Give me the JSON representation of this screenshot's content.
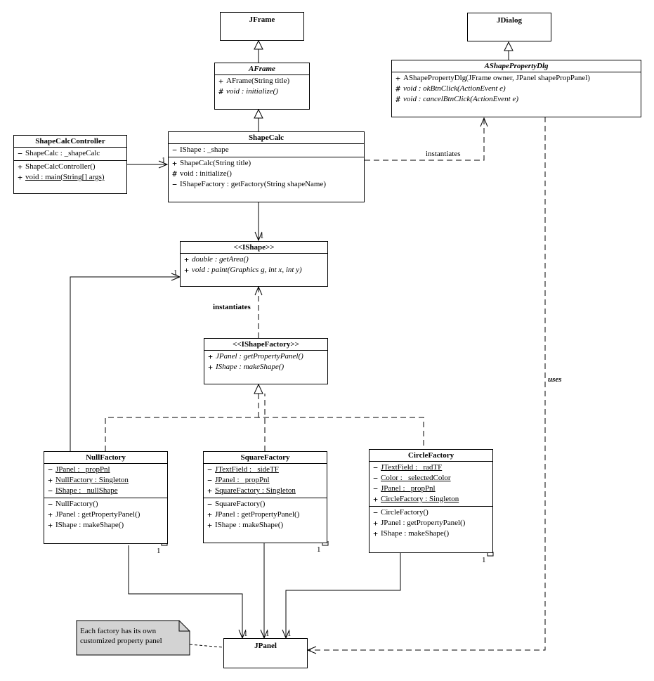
{
  "classes": {
    "jframe": {
      "name": "JFrame"
    },
    "jdialog": {
      "name": "JDialog"
    },
    "aframe": {
      "name": "AFrame",
      "members": [
        {
          "vis": "+",
          "text": "AFrame(String title)"
        },
        {
          "vis": "#",
          "text": "void : initialize()"
        }
      ]
    },
    "ashape_dlg": {
      "name": "AShapePropertyDlg",
      "members": [
        {
          "vis": "+",
          "text": "AShapePropertyDlg(JFrame owner, JPanel shapePropPanel)"
        },
        {
          "vis": "#",
          "text": "void : okBtnClick(ActionEvent e)"
        },
        {
          "vis": "#",
          "text": "void : cancelBtnClick(ActionEvent e)"
        }
      ]
    },
    "controller": {
      "name": "ShapeCalcController",
      "attributes": [
        {
          "vis": "−",
          "text": "ShapeCalc : _shapeCalc"
        }
      ],
      "methods": [
        {
          "vis": "+",
          "text": "ShapeCalcController()"
        },
        {
          "vis": "+",
          "text": "void : main(String[] args)"
        }
      ]
    },
    "shapecalc": {
      "name": "ShapeCalc",
      "attributes": [
        {
          "vis": "−",
          "text": "IShape : _shape"
        }
      ],
      "methods": [
        {
          "vis": "+",
          "text": "ShapeCalc(String title)"
        },
        {
          "vis": "#",
          "text": "void : initialize()"
        },
        {
          "vis": "−",
          "text": "IShapeFactory : getFactory(String shapeName)"
        }
      ]
    },
    "ishape": {
      "name": "<<IShape>>",
      "methods": [
        {
          "vis": "+",
          "text": "double : getArea()"
        },
        {
          "vis": "+",
          "text": "void : paint(Graphics g, int x, int y)"
        }
      ]
    },
    "ishapefactory": {
      "name": "<<IShapeFactory>>",
      "methods": [
        {
          "vis": "+",
          "text": "JPanel : getPropertyPanel()"
        },
        {
          "vis": "+",
          "text": "IShape : makeShape()"
        }
      ]
    },
    "nullfactory": {
      "name": "NullFactory",
      "attributes": [
        {
          "vis": "−",
          "text": "JPanel : _propPnl"
        },
        {
          "vis": "+",
          "text": "NullFactory : Singleton"
        },
        {
          "vis": "−",
          "text": "IShape : _nullShape"
        }
      ],
      "methods": [
        {
          "vis": "−",
          "text": "NullFactory()"
        },
        {
          "vis": "+",
          "text": "JPanel : getPropertyPanel()"
        },
        {
          "vis": "+",
          "text": "IShape : makeShape()"
        }
      ]
    },
    "squarefactory": {
      "name": "SquareFactory",
      "attributes": [
        {
          "vis": "−",
          "text": "JTextField : _sideTF"
        },
        {
          "vis": "−",
          "text": "JPanel : _propPnl"
        },
        {
          "vis": "+",
          "text": "SquareFactory : Singleton"
        }
      ],
      "methods": [
        {
          "vis": "−",
          "text": "SquareFactory()"
        },
        {
          "vis": "+",
          "text": "JPanel : getPropertyPanel()"
        },
        {
          "vis": "+",
          "text": "IShape : makeShape()"
        }
      ]
    },
    "circlefactory": {
      "name": "CircleFactory",
      "attributes": [
        {
          "vis": "−",
          "text": "JTextField : _radTF"
        },
        {
          "vis": "−",
          "text": "Color : _selectedColor"
        },
        {
          "vis": "−",
          "text": "JPanel : _propPnl"
        },
        {
          "vis": "+",
          "text": "CircleFactory : Singleton"
        }
      ],
      "methods": [
        {
          "vis": "−",
          "text": "CircleFactory()"
        },
        {
          "vis": "+",
          "text": "JPanel : getPropertyPanel()"
        },
        {
          "vis": "+",
          "text": "IShape : makeShape()"
        }
      ]
    },
    "jpanel": {
      "name": "JPanel"
    }
  },
  "labels": {
    "instantiates_top": "instantiates",
    "instantiates_mid": "instantiates",
    "uses": "uses",
    "mult_one": "1"
  },
  "note": {
    "line1": "Each factory has its own",
    "line2": "customized property panel"
  }
}
